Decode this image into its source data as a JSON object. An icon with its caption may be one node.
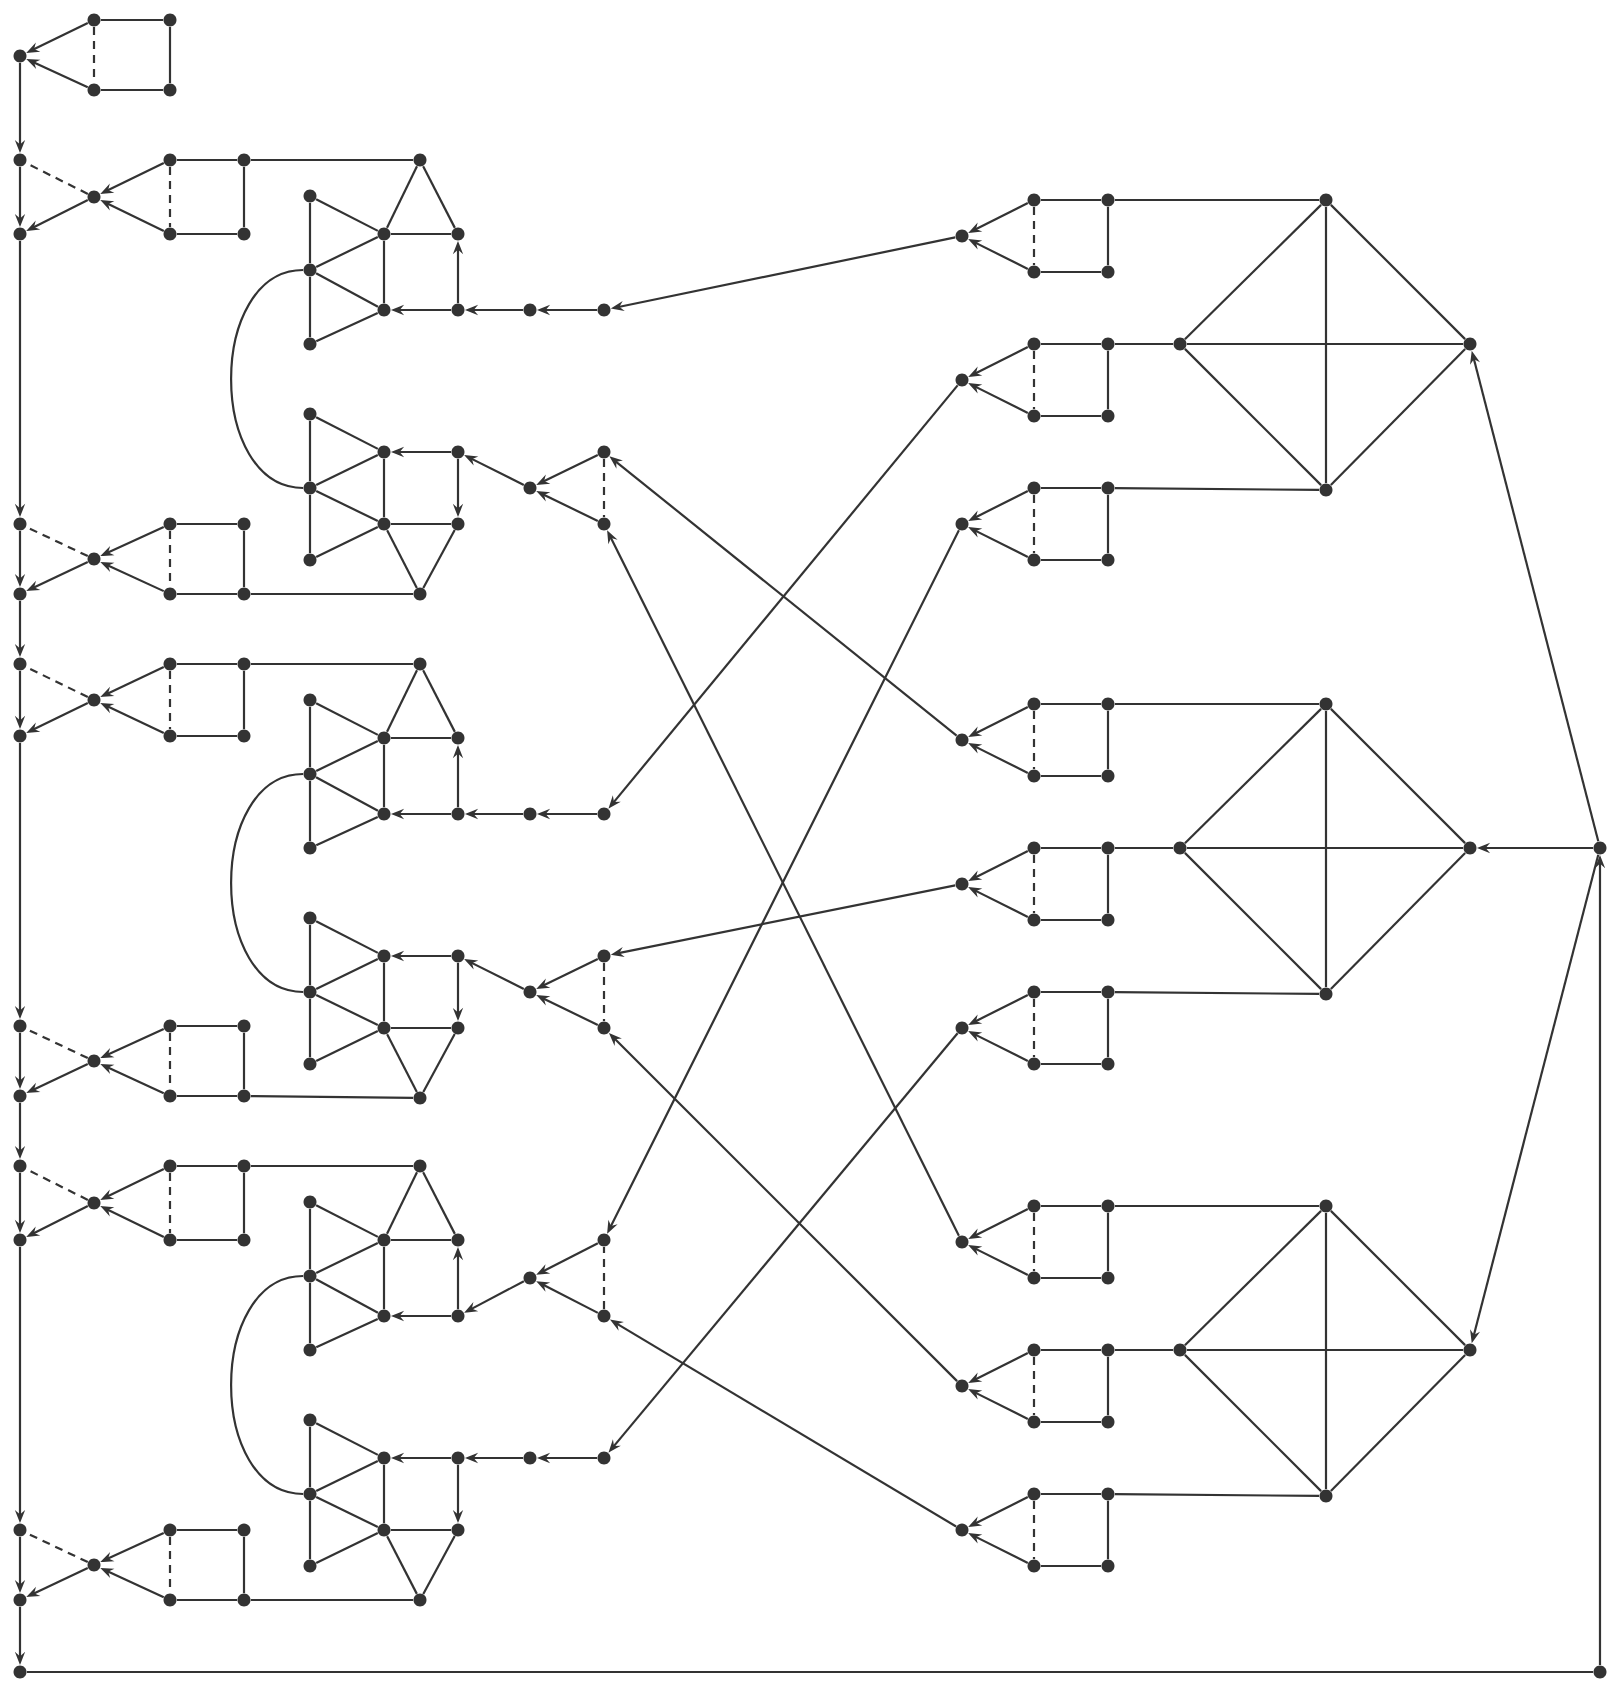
{
  "diagram": {
    "nodes": [
      {
        "text": [],
        "shape": "circle"
      },
      {
        "text": [],
        "shape": "circle"
      },
      {
        "text": [],
        "shape": "circle"
      },
      {
        "text": [],
        "shape": "circle"
      },
      {
        "text": [],
        "shape": "circle"
      },
      {
        "text": [],
        "shape": "circle"
      },
      {
        "text": [],
        "shape": "circle"
      },
      {
        "text": [],
        "shape": "circle"
      },
      {
        "text": [],
        "shape": "circle"
      },
      {
        "text": [],
        "shape": "circle"
      },
      {
        "text": [],
        "shape": "circle"
      },
      {
        "text": [],
        "shape": "circle"
      },
      {
        "text": [],
        "shape": "circle"
      },
      {
        "text": [],
        "shape": "circle"
      },
      {
        "text": [],
        "shape": "circle"
      },
      {
        "text": [],
        "shape": "circle"
      },
      {
        "text": [],
        "shape": "circle"
      },
      {
        "text": [],
        "shape": "circle"
      },
      {
        "text": [],
        "shape": "circle"
      },
      {
        "text": [],
        "shape": "circle"
      },
      {
        "text": [],
        "shape": "circle"
      },
      {
        "text": [],
        "shape": "circle"
      },
      {
        "text": [],
        "shape": "circle"
      },
      {
        "text": [],
        "shape": "circle"
      },
      {
        "text": [],
        "shape": "circle"
      },
      {
        "text": [],
        "shape": "circle"
      },
      {
        "text": [],
        "shape": "circle"
      },
      {
        "text": [],
        "shape": "circle"
      },
      {
        "text": [],
        "shape": "circle"
      },
      {
        "text": [],
        "shape": "circle"
      },
      {
        "text": [],
        "shape": "circle"
      },
      {
        "text": [],
        "shape": "circle"
      },
      {
        "text": [],
        "shape": "circle"
      },
      {
        "text": [],
        "shape": "circle"
      },
      {
        "text": [],
        "shape": "circle"
      },
      {
        "text": [],
        "shape": "circle"
      },
      {
        "text": [],
        "shape": "circle"
      },
      {
        "text": [],
        "shape": "circle"
      },
      {
        "text": [],
        "shape": "circle"
      },
      {
        "text": [],
        "shape": "circle"
      },
      {
        "text": [],
        "shape": "circle"
      },
      {
        "text": [],
        "shape": "circle"
      },
      {
        "text": [],
        "shape": "circle"
      },
      {
        "text": [],
        "shape": "circle"
      },
      {
        "text": [],
        "shape": "circle"
      },
      {
        "text": [],
        "shape": "circle"
      },
      {
        "text": [],
        "shape": "circle"
      },
      {
        "text": [],
        "shape": "circle"
      },
      {
        "text": [],
        "shape": "circle"
      },
      {
        "text": [],
        "shape": "circle"
      },
      {
        "text": [],
        "shape": "circle"
      },
      {
        "text": [],
        "shape": "circle"
      },
      {
        "text": [],
        "shape": "circle"
      },
      {
        "text": [],
        "shape": "circle"
      },
      {
        "text": [],
        "shape": "circle"
      },
      {
        "text": [],
        "shape": "circle"
      },
      {
        "text": [],
        "shape": "circle"
      },
      {
        "text": [],
        "shape": "circle"
      },
      {
        "text": [],
        "shape": "circle"
      },
      {
        "text": [],
        "shape": "circle"
      },
      {
        "text": [],
        "shape": "circle"
      },
      {
        "text": [],
        "shape": "circle"
      },
      {
        "text": [],
        "shape": "circle"
      },
      {
        "text": [],
        "shape": "circle"
      },
      {
        "text": [],
        "shape": "circle"
      },
      {
        "text": [],
        "shape": "circle"
      },
      {
        "text": [],
        "shape": "circle"
      },
      {
        "text": [],
        "shape": "circle"
      },
      {
        "text": [],
        "shape": "circle"
      },
      {
        "text": [],
        "shape": "circle"
      },
      {
        "text": [],
        "shape": "circle"
      },
      {
        "text": [],
        "shape": "circle"
      },
      {
        "text": [],
        "shape": "circle"
      },
      {
        "text": [],
        "shape": "circle"
      },
      {
        "text": [],
        "shape": "circle"
      },
      {
        "text": [],
        "shape": "circle"
      },
      {
        "text": [],
        "shape": "circle"
      },
      {
        "text": [],
        "shape": "circle"
      },
      {
        "text": [],
        "shape": "circle"
      },
      {
        "text": [],
        "shape": "circle"
      },
      {
        "text": [],
        "shape": "circle"
      },
      {
        "text": [],
        "shape": "circle"
      },
      {
        "text": [],
        "shape": "circle"
      },
      {
        "text": [],
        "shape": "circle"
      },
      {
        "text": [],
        "shape": "circle"
      },
      {
        "text": [],
        "shape": "circle"
      },
      {
        "text": [],
        "shape": "circle"
      },
      {
        "text": [],
        "shape": "circle"
      },
      {
        "text": [],
        "shape": "circle"
      },
      {
        "text": [],
        "shape": "circle"
      },
      {
        "text": [],
        "shape": "circle"
      },
      {
        "text": [],
        "shape": "circle"
      },
      {
        "text": [],
        "shape": "circle"
      },
      {
        "text": [],
        "shape": "circle"
      },
      {
        "text": [],
        "shape": "circle"
      },
      {
        "text": [],
        "shape": "circle"
      },
      {
        "text": [],
        "shape": "circle"
      },
      {
        "text": [],
        "shape": "circle"
      },
      {
        "text": [],
        "shape": "circle"
      },
      {
        "text": [],
        "shape": "circle"
      },
      {
        "text": [],
        "shape": "circle"
      },
      {
        "text": [],
        "shape": "circle"
      },
      {
        "text": [],
        "shape": "circle"
      },
      {
        "text": [],
        "shape": "circle"
      },
      {
        "text": [],
        "shape": "circle"
      },
      {
        "text": [],
        "shape": "circle"
      },
      {
        "text": [],
        "shape": "circle"
      },
      {
        "text": [],
        "shape": "circle"
      },
      {
        "text": [],
        "shape": "circle"
      },
      {
        "text": [],
        "shape": "circle"
      },
      {
        "text": [],
        "shape": "circle"
      },
      {
        "text": [],
        "shape": "circle"
      },
      {
        "text": [],
        "shape": "circle"
      },
      {
        "text": [],
        "shape": "circle"
      },
      {
        "text": [],
        "shape": "circle"
      },
      {
        "text": [],
        "shape": "circle"
      },
      {
        "text": [],
        "shape": "circle"
      },
      {
        "text": [],
        "shape": "circle"
      },
      {
        "text": [],
        "shape": "circle"
      },
      {
        "text": [],
        "shape": "circle"
      },
      {
        "text": [],
        "shape": "circle"
      },
      {
        "text": [],
        "shape": "circle"
      },
      {
        "text": [],
        "shape": "circle"
      },
      {
        "text": [],
        "shape": "circle"
      },
      {
        "text": [],
        "shape": "circle"
      },
      {
        "text": [],
        "shape": "circle"
      },
      {
        "text": [],
        "shape": "circle"
      },
      {
        "text": [],
        "shape": "circle"
      },
      {
        "text": [],
        "shape": "circle"
      },
      {
        "text": [],
        "shape": "circle"
      },
      {
        "text": [],
        "shape": "circle"
      },
      {
        "text": [],
        "shape": "circle"
      },
      {
        "text": [],
        "shape": "circle"
      },
      {
        "text": [],
        "shape": "circle"
      },
      {
        "text": [],
        "shape": "circle"
      },
      {
        "text": [],
        "shape": "circle"
      },
      {
        "text": [],
        "shape": "circle"
      },
      {
        "text": [],
        "shape": "circle"
      },
      {
        "text": [],
        "shape": "circle"
      },
      {
        "text": [],
        "shape": "circle"
      },
      {
        "text": [],
        "shape": "circle"
      },
      {
        "text": [],
        "shape": "circle"
      },
      {
        "text": [],
        "shape": "circle"
      },
      {
        "text": [],
        "shape": "circle"
      },
      {
        "text": [],
        "shape": "circle"
      },
      {
        "text": [],
        "shape": "circle"
      },
      {
        "text": [],
        "shape": "circle"
      },
      {
        "text": [],
        "shape": "circle"
      },
      {
        "text": [],
        "shape": "circle"
      },
      {
        "text": [],
        "shape": "circle"
      },
      {
        "text": [],
        "shape": "circle"
      },
      {
        "text": [],
        "shape": "circle"
      },
      {
        "text": [],
        "shape": "circle"
      },
      {
        "text": [],
        "shape": "circle"
      },
      {
        "text": [],
        "shape": "circle"
      },
      {
        "text": [],
        "shape": "circle"
      },
      {
        "text": [],
        "shape": "circle"
      },
      {
        "text": [],
        "shape": "circle"
      },
      {
        "text": [],
        "shape": "circle"
      },
      {
        "text": [],
        "shape": "circle"
      },
      {
        "text": [],
        "shape": "circle"
      },
      {
        "text": [],
        "shape": "circle"
      },
      {
        "text": [],
        "shape": "circle"
      },
      {
        "text": [],
        "shape": "circle"
      },
      {
        "text": [],
        "shape": "circle"
      },
      {
        "text": [],
        "shape": "circle"
      },
      {
        "text": [],
        "shape": "circle"
      },
      {
        "text": [],
        "shape": "circle"
      },
      {
        "text": [],
        "shape": "circle"
      },
      {
        "text": [],
        "shape": "circle"
      }
    ],
    "edges": [
      {
        "from": 1,
        "to": 0,
        "arrow": "to"
      },
      {
        "from": 4,
        "to": 0,
        "arrow": "to"
      },
      {
        "from": 1,
        "to": 2,
        "arrow": "none"
      },
      {
        "from": 2,
        "to": 3,
        "arrow": "none"
      },
      {
        "from": 3,
        "to": 4,
        "arrow": "none"
      },
      {
        "from": 1,
        "to": 4,
        "arrow": "none",
        "style": "dashed"
      },
      {
        "from": 0,
        "to": 5,
        "arrow": "to"
      },
      {
        "from": 5,
        "to": 6,
        "arrow": "to"
      },
      {
        "from": 6,
        "to": 7,
        "arrow": "to"
      },
      {
        "from": 7,
        "to": 8,
        "arrow": "to"
      },
      {
        "from": 8,
        "to": 9,
        "arrow": "to"
      },
      {
        "from": 9,
        "to": 10,
        "arrow": "to"
      },
      {
        "from": 10,
        "to": 11,
        "arrow": "to"
      },
      {
        "from": 11,
        "to": 12,
        "arrow": "to"
      },
      {
        "from": 12,
        "to": 13,
        "arrow": "to"
      },
      {
        "from": 13,
        "to": 14,
        "arrow": "to"
      },
      {
        "from": 14,
        "to": 15,
        "arrow": "to"
      },
      {
        "from": 15,
        "to": 16,
        "arrow": "to"
      },
      {
        "from": 16,
        "to": 17,
        "arrow": "to"
      },
      {
        "from": 17,
        "to": 18,
        "arrow": "none"
      },
      {
        "from": 18,
        "to": 19,
        "arrow": "to"
      },
      {
        "from": 19,
        "to": 161,
        "arrow": "to"
      },
      {
        "from": 19,
        "to": 165,
        "arrow": "to"
      },
      {
        "from": 19,
        "to": 169,
        "arrow": "to"
      },
      {
        "from": 20,
        "to": 5,
        "arrow": "none",
        "style": "dashed"
      },
      {
        "from": 20,
        "to": 6,
        "arrow": "to"
      },
      {
        "from": 21,
        "to": 20,
        "arrow": "to"
      },
      {
        "from": 24,
        "to": 20,
        "arrow": "to"
      },
      {
        "from": 21,
        "to": 22,
        "arrow": "none"
      },
      {
        "from": 22,
        "to": 23,
        "arrow": "none"
      },
      {
        "from": 23,
        "to": 24,
        "arrow": "none"
      },
      {
        "from": 21,
        "to": 24,
        "arrow": "none",
        "style": "dashed"
      },
      {
        "from": 22,
        "to": 50,
        "arrow": "none"
      },
      {
        "from": 25,
        "to": 7,
        "arrow": "none",
        "style": "dashed"
      },
      {
        "from": 25,
        "to": 8,
        "arrow": "to"
      },
      {
        "from": 26,
        "to": 25,
        "arrow": "to"
      },
      {
        "from": 29,
        "to": 25,
        "arrow": "to"
      },
      {
        "from": 26,
        "to": 27,
        "arrow": "none"
      },
      {
        "from": 27,
        "to": 28,
        "arrow": "none"
      },
      {
        "from": 28,
        "to": 29,
        "arrow": "none"
      },
      {
        "from": 26,
        "to": 29,
        "arrow": "none",
        "style": "dashed"
      },
      {
        "from": 28,
        "to": 60,
        "arrow": "none"
      },
      {
        "from": 30,
        "to": 9,
        "arrow": "none",
        "style": "dashed"
      },
      {
        "from": 30,
        "to": 10,
        "arrow": "to"
      },
      {
        "from": 31,
        "to": 30,
        "arrow": "to"
      },
      {
        "from": 34,
        "to": 30,
        "arrow": "to"
      },
      {
        "from": 31,
        "to": 32,
        "arrow": "none"
      },
      {
        "from": 32,
        "to": 33,
        "arrow": "none"
      },
      {
        "from": 33,
        "to": 34,
        "arrow": "none"
      },
      {
        "from": 31,
        "to": 34,
        "arrow": "none",
        "style": "dashed"
      },
      {
        "from": 32,
        "to": 71,
        "arrow": "none"
      },
      {
        "from": 35,
        "to": 11,
        "arrow": "none",
        "style": "dashed"
      },
      {
        "from": 35,
        "to": 12,
        "arrow": "to"
      },
      {
        "from": 36,
        "to": 35,
        "arrow": "to"
      },
      {
        "from": 39,
        "to": 35,
        "arrow": "to"
      },
      {
        "from": 36,
        "to": 37,
        "arrow": "none"
      },
      {
        "from": 37,
        "to": 38,
        "arrow": "none"
      },
      {
        "from": 38,
        "to": 39,
        "arrow": "none"
      },
      {
        "from": 36,
        "to": 39,
        "arrow": "none",
        "style": "dashed"
      },
      {
        "from": 38,
        "to": 81,
        "arrow": "none"
      },
      {
        "from": 40,
        "to": 13,
        "arrow": "none",
        "style": "dashed"
      },
      {
        "from": 40,
        "to": 14,
        "arrow": "to"
      },
      {
        "from": 41,
        "to": 40,
        "arrow": "to"
      },
      {
        "from": 44,
        "to": 40,
        "arrow": "to"
      },
      {
        "from": 41,
        "to": 42,
        "arrow": "none"
      },
      {
        "from": 42,
        "to": 43,
        "arrow": "none"
      },
      {
        "from": 43,
        "to": 44,
        "arrow": "none"
      },
      {
        "from": 41,
        "to": 44,
        "arrow": "none",
        "style": "dashed"
      },
      {
        "from": 42,
        "to": 92,
        "arrow": "none"
      },
      {
        "from": 45,
        "to": 15,
        "arrow": "none",
        "style": "dashed"
      },
      {
        "from": 45,
        "to": 16,
        "arrow": "to"
      },
      {
        "from": 46,
        "to": 45,
        "arrow": "to"
      },
      {
        "from": 49,
        "to": 45,
        "arrow": "to"
      },
      {
        "from": 46,
        "to": 47,
        "arrow": "none"
      },
      {
        "from": 47,
        "to": 48,
        "arrow": "none"
      },
      {
        "from": 48,
        "to": 49,
        "arrow": "none"
      },
      {
        "from": 46,
        "to": 49,
        "arrow": "none",
        "style": "dashed"
      },
      {
        "from": 48,
        "to": 103,
        "arrow": "none"
      },
      {
        "from": 50,
        "to": 54,
        "arrow": "none"
      },
      {
        "from": 50,
        "to": 56,
        "arrow": "none"
      },
      {
        "from": 54,
        "to": 56,
        "arrow": "none"
      },
      {
        "from": 54,
        "to": 55,
        "arrow": "none"
      },
      {
        "from": 51,
        "to": 52,
        "arrow": "none"
      },
      {
        "from": 52,
        "to": 53,
        "arrow": "none"
      },
      {
        "from": 51,
        "to": 54,
        "arrow": "none"
      },
      {
        "from": 52,
        "to": 54,
        "arrow": "none"
      },
      {
        "from": 52,
        "to": 55,
        "arrow": "none"
      },
      {
        "from": 53,
        "to": 55,
        "arrow": "none"
      },
      {
        "from": 57,
        "to": 55,
        "arrow": "to"
      },
      {
        "from": 57,
        "to": 56,
        "arrow": "to"
      },
      {
        "from": 58,
        "to": 57,
        "arrow": "to"
      },
      {
        "from": 59,
        "to": 58,
        "arrow": "to"
      },
      {
        "from": 60,
        "to": 64,
        "arrow": "none"
      },
      {
        "from": 60,
        "to": 66,
        "arrow": "none"
      },
      {
        "from": 64,
        "to": 66,
        "arrow": "none"
      },
      {
        "from": 64,
        "to": 65,
        "arrow": "none"
      },
      {
        "from": 61,
        "to": 62,
        "arrow": "none"
      },
      {
        "from": 62,
        "to": 63,
        "arrow": "none"
      },
      {
        "from": 61,
        "to": 65,
        "arrow": "none"
      },
      {
        "from": 62,
        "to": 65,
        "arrow": "none"
      },
      {
        "from": 62,
        "to": 64,
        "arrow": "none"
      },
      {
        "from": 63,
        "to": 64,
        "arrow": "none"
      },
      {
        "from": 67,
        "to": 65,
        "arrow": "to"
      },
      {
        "from": 67,
        "to": 66,
        "arrow": "to"
      },
      {
        "from": 68,
        "to": 67,
        "arrow": "to"
      },
      {
        "from": 69,
        "to": 68,
        "arrow": "to"
      },
      {
        "from": 70,
        "to": 68,
        "arrow": "to"
      },
      {
        "from": 69,
        "to": 70,
        "arrow": "none",
        "style": "dashed"
      },
      {
        "from": 52,
        "to": 62,
        "arrow": "none"
      },
      {
        "from": 71,
        "to": 75,
        "arrow": "none"
      },
      {
        "from": 71,
        "to": 77,
        "arrow": "none"
      },
      {
        "from": 75,
        "to": 77,
        "arrow": "none"
      },
      {
        "from": 75,
        "to": 76,
        "arrow": "none"
      },
      {
        "from": 72,
        "to": 73,
        "arrow": "none"
      },
      {
        "from": 73,
        "to": 74,
        "arrow": "none"
      },
      {
        "from": 72,
        "to": 75,
        "arrow": "none"
      },
      {
        "from": 73,
        "to": 75,
        "arrow": "none"
      },
      {
        "from": 73,
        "to": 76,
        "arrow": "none"
      },
      {
        "from": 74,
        "to": 76,
        "arrow": "none"
      },
      {
        "from": 78,
        "to": 76,
        "arrow": "to"
      },
      {
        "from": 78,
        "to": 77,
        "arrow": "to"
      },
      {
        "from": 79,
        "to": 78,
        "arrow": "to"
      },
      {
        "from": 80,
        "to": 79,
        "arrow": "to"
      },
      {
        "from": 81,
        "to": 85,
        "arrow": "none"
      },
      {
        "from": 81,
        "to": 87,
        "arrow": "none"
      },
      {
        "from": 85,
        "to": 87,
        "arrow": "none"
      },
      {
        "from": 85,
        "to": 86,
        "arrow": "none"
      },
      {
        "from": 82,
        "to": 83,
        "arrow": "none"
      },
      {
        "from": 83,
        "to": 84,
        "arrow": "none"
      },
      {
        "from": 82,
        "to": 86,
        "arrow": "none"
      },
      {
        "from": 83,
        "to": 86,
        "arrow": "none"
      },
      {
        "from": 83,
        "to": 85,
        "arrow": "none"
      },
      {
        "from": 84,
        "to": 85,
        "arrow": "none"
      },
      {
        "from": 88,
        "to": 86,
        "arrow": "to"
      },
      {
        "from": 88,
        "to": 87,
        "arrow": "to"
      },
      {
        "from": 89,
        "to": 88,
        "arrow": "to"
      },
      {
        "from": 90,
        "to": 89,
        "arrow": "to"
      },
      {
        "from": 91,
        "to": 89,
        "arrow": "to"
      },
      {
        "from": 90,
        "to": 91,
        "arrow": "none",
        "style": "dashed"
      },
      {
        "from": 73,
        "to": 83,
        "arrow": "none"
      },
      {
        "from": 92,
        "to": 96,
        "arrow": "none"
      },
      {
        "from": 92,
        "to": 98,
        "arrow": "none"
      },
      {
        "from": 96,
        "to": 98,
        "arrow": "none"
      },
      {
        "from": 96,
        "to": 97,
        "arrow": "none"
      },
      {
        "from": 93,
        "to": 94,
        "arrow": "none"
      },
      {
        "from": 94,
        "to": 95,
        "arrow": "none"
      },
      {
        "from": 93,
        "to": 96,
        "arrow": "none"
      },
      {
        "from": 94,
        "to": 96,
        "arrow": "none"
      },
      {
        "from": 94,
        "to": 97,
        "arrow": "none"
      },
      {
        "from": 95,
        "to": 97,
        "arrow": "none"
      },
      {
        "from": 99,
        "to": 97,
        "arrow": "to"
      },
      {
        "from": 99,
        "to": 98,
        "arrow": "to"
      },
      {
        "from": 100,
        "to": 99,
        "arrow": "to"
      },
      {
        "from": 101,
        "to": 100,
        "arrow": "to"
      },
      {
        "from": 102,
        "to": 100,
        "arrow": "to"
      },
      {
        "from": 101,
        "to": 102,
        "arrow": "none",
        "style": "dashed"
      },
      {
        "from": 103,
        "to": 107,
        "arrow": "none"
      },
      {
        "from": 103,
        "to": 109,
        "arrow": "none"
      },
      {
        "from": 107,
        "to": 109,
        "arrow": "none"
      },
      {
        "from": 107,
        "to": 108,
        "arrow": "none"
      },
      {
        "from": 104,
        "to": 105,
        "arrow": "none"
      },
      {
        "from": 105,
        "to": 106,
        "arrow": "none"
      },
      {
        "from": 104,
        "to": 108,
        "arrow": "none"
      },
      {
        "from": 105,
        "to": 108,
        "arrow": "none"
      },
      {
        "from": 105,
        "to": 107,
        "arrow": "none"
      },
      {
        "from": 106,
        "to": 107,
        "arrow": "none"
      },
      {
        "from": 110,
        "to": 108,
        "arrow": "to"
      },
      {
        "from": 110,
        "to": 109,
        "arrow": "to"
      },
      {
        "from": 111,
        "to": 110,
        "arrow": "to"
      },
      {
        "from": 112,
        "to": 111,
        "arrow": "to"
      },
      {
        "from": 94,
        "to": 105,
        "arrow": "none"
      },
      {
        "from": 114,
        "to": 113,
        "arrow": "to"
      },
      {
        "from": 115,
        "to": 113,
        "arrow": "to"
      },
      {
        "from": 114,
        "to": 116,
        "arrow": "none"
      },
      {
        "from": 116,
        "to": 117,
        "arrow": "none"
      },
      {
        "from": 117,
        "to": 115,
        "arrow": "none"
      },
      {
        "from": 114,
        "to": 115,
        "arrow": "none",
        "style": "dashed"
      },
      {
        "from": 116,
        "to": 158,
        "arrow": "none"
      },
      {
        "from": 119,
        "to": 118,
        "arrow": "to"
      },
      {
        "from": 120,
        "to": 118,
        "arrow": "to"
      },
      {
        "from": 119,
        "to": 121,
        "arrow": "none"
      },
      {
        "from": 121,
        "to": 122,
        "arrow": "none"
      },
      {
        "from": 122,
        "to": 120,
        "arrow": "none"
      },
      {
        "from": 119,
        "to": 120,
        "arrow": "none",
        "style": "dashed"
      },
      {
        "from": 121,
        "to": 159,
        "arrow": "none"
      },
      {
        "from": 124,
        "to": 123,
        "arrow": "to"
      },
      {
        "from": 125,
        "to": 123,
        "arrow": "to"
      },
      {
        "from": 124,
        "to": 126,
        "arrow": "none"
      },
      {
        "from": 126,
        "to": 127,
        "arrow": "none"
      },
      {
        "from": 127,
        "to": 125,
        "arrow": "none"
      },
      {
        "from": 124,
        "to": 125,
        "arrow": "none",
        "style": "dashed"
      },
      {
        "from": 126,
        "to": 160,
        "arrow": "none"
      },
      {
        "from": 129,
        "to": 128,
        "arrow": "to"
      },
      {
        "from": 130,
        "to": 128,
        "arrow": "to"
      },
      {
        "from": 129,
        "to": 131,
        "arrow": "none"
      },
      {
        "from": 131,
        "to": 132,
        "arrow": "none"
      },
      {
        "from": 132,
        "to": 130,
        "arrow": "none"
      },
      {
        "from": 129,
        "to": 130,
        "arrow": "none",
        "style": "dashed"
      },
      {
        "from": 131,
        "to": 162,
        "arrow": "none"
      },
      {
        "from": 134,
        "to": 133,
        "arrow": "to"
      },
      {
        "from": 135,
        "to": 133,
        "arrow": "to"
      },
      {
        "from": 134,
        "to": 136,
        "arrow": "none"
      },
      {
        "from": 136,
        "to": 137,
        "arrow": "none"
      },
      {
        "from": 137,
        "to": 135,
        "arrow": "none"
      },
      {
        "from": 134,
        "to": 135,
        "arrow": "none",
        "style": "dashed"
      },
      {
        "from": 136,
        "to": 163,
        "arrow": "none"
      },
      {
        "from": 139,
        "to": 138,
        "arrow": "to"
      },
      {
        "from": 140,
        "to": 138,
        "arrow": "to"
      },
      {
        "from": 139,
        "to": 141,
        "arrow": "none"
      },
      {
        "from": 141,
        "to": 142,
        "arrow": "none"
      },
      {
        "from": 142,
        "to": 140,
        "arrow": "none"
      },
      {
        "from": 139,
        "to": 140,
        "arrow": "none",
        "style": "dashed"
      },
      {
        "from": 141,
        "to": 164,
        "arrow": "none"
      },
      {
        "from": 144,
        "to": 143,
        "arrow": "to"
      },
      {
        "from": 145,
        "to": 143,
        "arrow": "to"
      },
      {
        "from": 144,
        "to": 146,
        "arrow": "none"
      },
      {
        "from": 146,
        "to": 147,
        "arrow": "none"
      },
      {
        "from": 147,
        "to": 145,
        "arrow": "none"
      },
      {
        "from": 144,
        "to": 145,
        "arrow": "none",
        "style": "dashed"
      },
      {
        "from": 146,
        "to": 166,
        "arrow": "none"
      },
      {
        "from": 149,
        "to": 148,
        "arrow": "to"
      },
      {
        "from": 150,
        "to": 148,
        "arrow": "to"
      },
      {
        "from": 149,
        "to": 151,
        "arrow": "none"
      },
      {
        "from": 151,
        "to": 152,
        "arrow": "none"
      },
      {
        "from": 152,
        "to": 150,
        "arrow": "none"
      },
      {
        "from": 149,
        "to": 150,
        "arrow": "none",
        "style": "dashed"
      },
      {
        "from": 151,
        "to": 167,
        "arrow": "none"
      },
      {
        "from": 154,
        "to": 153,
        "arrow": "to"
      },
      {
        "from": 155,
        "to": 153,
        "arrow": "to"
      },
      {
        "from": 154,
        "to": 156,
        "arrow": "none"
      },
      {
        "from": 156,
        "to": 157,
        "arrow": "none"
      },
      {
        "from": 157,
        "to": 155,
        "arrow": "none"
      },
      {
        "from": 154,
        "to": 155,
        "arrow": "none",
        "style": "dashed"
      },
      {
        "from": 156,
        "to": 168,
        "arrow": "none"
      },
      {
        "from": 158,
        "to": 159,
        "arrow": "none"
      },
      {
        "from": 158,
        "to": 160,
        "arrow": "none"
      },
      {
        "from": 158,
        "to": 161,
        "arrow": "none"
      },
      {
        "from": 159,
        "to": 160,
        "arrow": "none"
      },
      {
        "from": 159,
        "to": 161,
        "arrow": "none"
      },
      {
        "from": 160,
        "to": 161,
        "arrow": "none"
      },
      {
        "from": 162,
        "to": 163,
        "arrow": "none"
      },
      {
        "from": 162,
        "to": 164,
        "arrow": "none"
      },
      {
        "from": 162,
        "to": 165,
        "arrow": "none"
      },
      {
        "from": 163,
        "to": 164,
        "arrow": "none"
      },
      {
        "from": 163,
        "to": 165,
        "arrow": "none"
      },
      {
        "from": 164,
        "to": 165,
        "arrow": "none"
      },
      {
        "from": 166,
        "to": 167,
        "arrow": "none"
      },
      {
        "from": 166,
        "to": 168,
        "arrow": "none"
      },
      {
        "from": 166,
        "to": 169,
        "arrow": "none"
      },
      {
        "from": 167,
        "to": 168,
        "arrow": "none"
      },
      {
        "from": 167,
        "to": 169,
        "arrow": "none"
      },
      {
        "from": 168,
        "to": 169,
        "arrow": "none"
      },
      {
        "from": 113,
        "to": 59,
        "arrow": "to"
      },
      {
        "from": 128,
        "to": 69,
        "arrow": "to"
      },
      {
        "from": 143,
        "to": 70,
        "arrow": "to"
      },
      {
        "from": 118,
        "to": 80,
        "arrow": "to"
      },
      {
        "from": 133,
        "to": 90,
        "arrow": "to"
      },
      {
        "from": 148,
        "to": 91,
        "arrow": "to"
      },
      {
        "from": 123,
        "to": 102,
        "arrow": "to"
      },
      {
        "from": 153,
        "to": 101,
        "arrow": "to"
      },
      {
        "from": 138,
        "to": 112,
        "arrow": "to"
      }
    ]
  }
}
